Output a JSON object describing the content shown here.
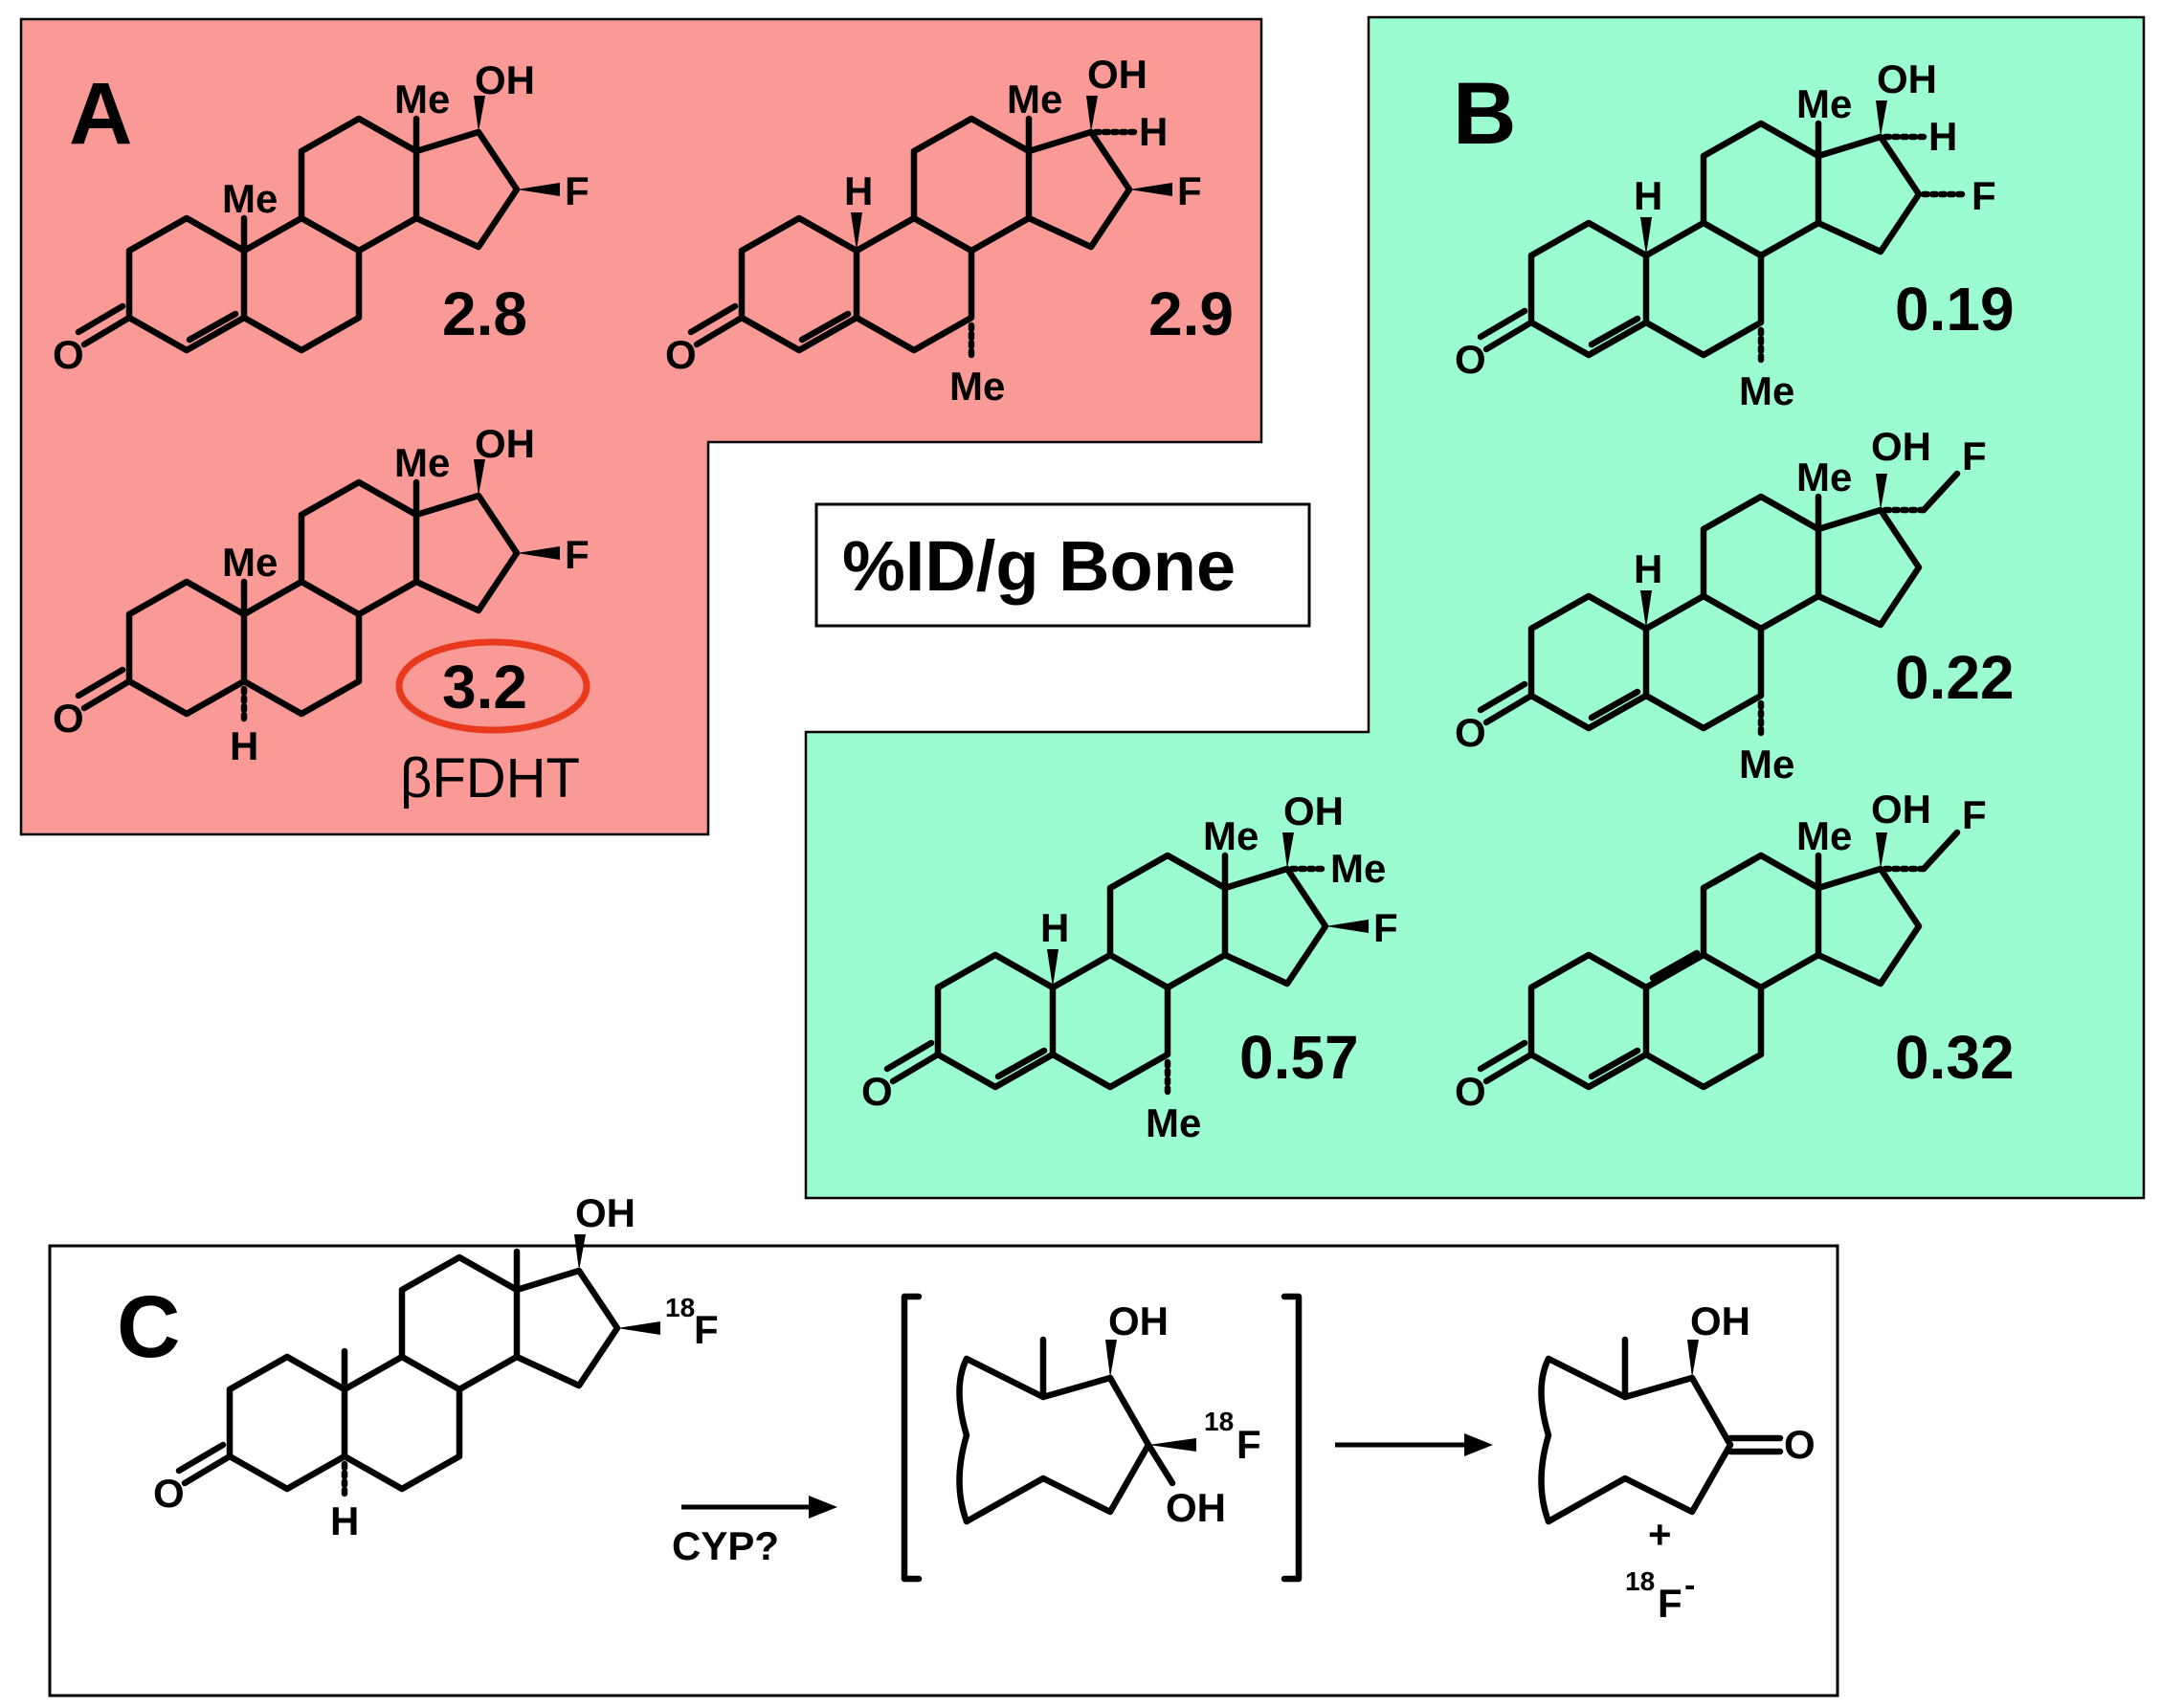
{
  "panels": {
    "a": {
      "letter": "A"
    },
    "b": {
      "letter": "B"
    },
    "c": {
      "letter": "C"
    }
  },
  "center_label": "%ID/g Bone",
  "colors": {
    "panel_a_fill": "#fa9a96",
    "panel_b_fill": "#9bfcd0",
    "highlight_oval": "#e8391c"
  },
  "panel_a": {
    "compound_1": {
      "value": "2.8"
    },
    "compound_2": {
      "value": "2.9"
    },
    "compound_3": {
      "value": "3.2",
      "name": "βFDHT"
    }
  },
  "panel_b": {
    "compound_1": {
      "value": "0.19"
    },
    "compound_2": {
      "value": "0.22"
    },
    "compound_3": {
      "value": "0.57"
    },
    "compound_4": {
      "value": "0.32"
    }
  },
  "atoms": {
    "me": "Me",
    "oh": "OH",
    "f": "F",
    "h": "H",
    "o": "O"
  },
  "panel_c": {
    "reagent": "CYP?",
    "isotope": "18",
    "fluoride": "F",
    "fluoride_charge": "-",
    "plus": "+"
  }
}
